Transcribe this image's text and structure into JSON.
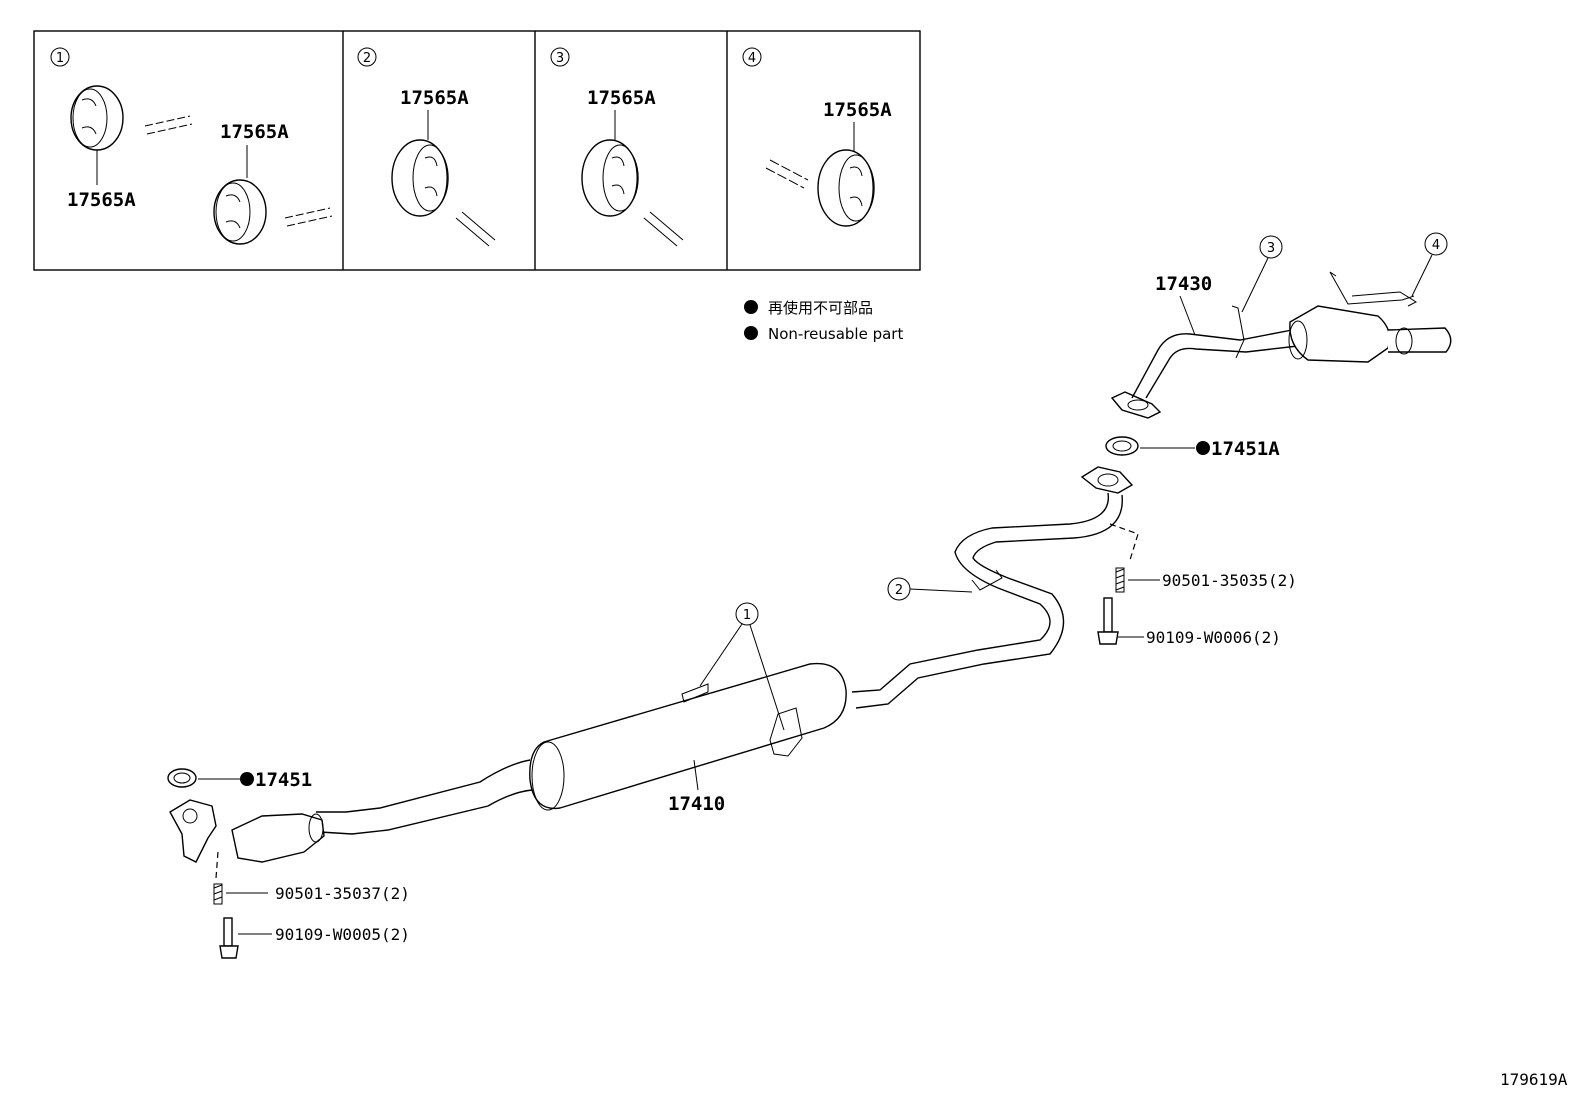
{
  "inset_panels": [
    {
      "index": "1",
      "labels": [
        "17565A",
        "17565A"
      ]
    },
    {
      "index": "2",
      "labels": [
        "17565A"
      ]
    },
    {
      "index": "3",
      "labels": [
        "17565A"
      ]
    },
    {
      "index": "4",
      "labels": [
        "17565A"
      ]
    }
  ],
  "legend": {
    "line_jp": "再使用不可部品",
    "line_en": "Non-reusable part"
  },
  "callouts": {
    "c1": "1",
    "c2": "2",
    "c3": "3",
    "c4": "4"
  },
  "parts": {
    "tail_pipe": "17430",
    "gasket_rear": "17451A",
    "spring_rear": "90501-35035(2)",
    "bolt_rear": "90109-W0006(2)",
    "center_pipe": "17410",
    "gasket_front": "17451",
    "spring_front": "90501-35037(2)",
    "bolt_front": "90109-W0005(2)"
  },
  "figure_code": "179619A",
  "colors": {
    "line": "#000000",
    "background": "#ffffff"
  }
}
